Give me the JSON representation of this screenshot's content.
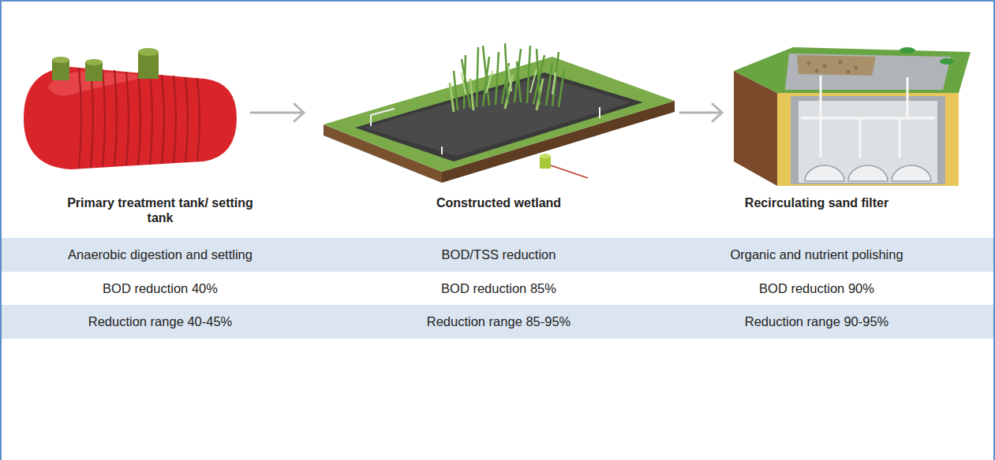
{
  "diagram": {
    "nodes": [
      {
        "text": [
          "Primary treatment tank/ setting tank"
        ]
      },
      {
        "text": [
          "Constructed wetland"
        ]
      },
      {
        "text": [
          "Recirculating sand filter"
        ]
      }
    ],
    "edges": [
      {
        "from": 0,
        "to": 1,
        "arrow": "to"
      },
      {
        "from": 1,
        "to": 2,
        "arrow": "to"
      }
    ],
    "labels": [
      "Anaerobic digestion and settling",
      "BOD/TSS reduction",
      "Organic and nutrient polishing",
      "BOD reduction 40%",
      "BOD reduction 85%",
      "BOD reduction 90%",
      "Reduction range 40-45%",
      "Reduction range 85-95%",
      "Reduction range 90-95%"
    ]
  }
}
